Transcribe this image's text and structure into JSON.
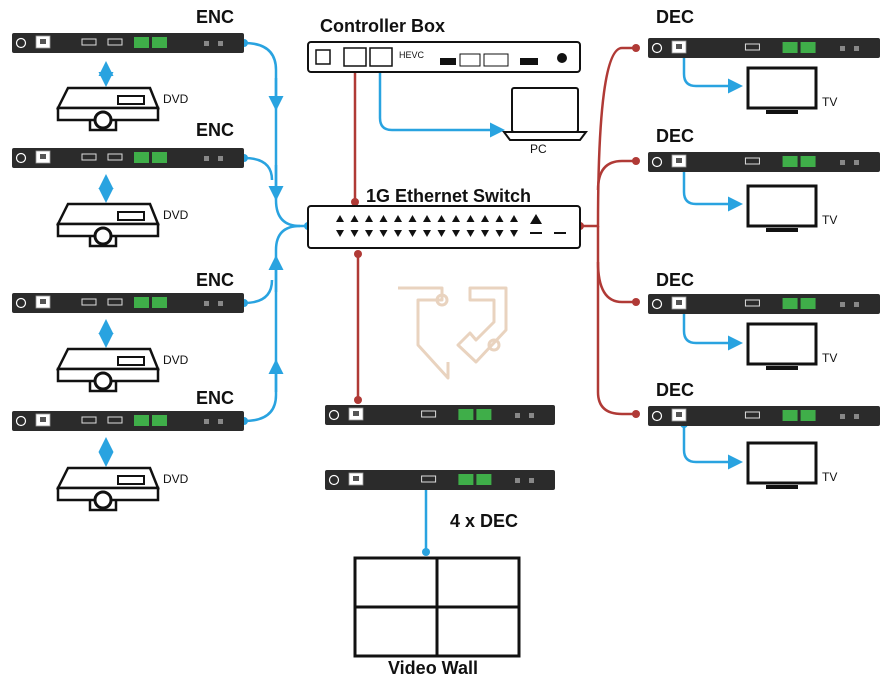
{
  "labels": {
    "controller_box": "Controller Box",
    "controller_tag": "HEVC",
    "pc": "PC",
    "switch": "1G Ethernet Switch",
    "four_dec": "4 x DEC",
    "video_wall": "Video Wall"
  },
  "encoders": [
    {
      "label": "ENC",
      "source": "DVD"
    },
    {
      "label": "ENC",
      "source": "DVD"
    },
    {
      "label": "ENC",
      "source": "DVD"
    },
    {
      "label": "ENC",
      "source": "DVD"
    }
  ],
  "decoders": [
    {
      "label": "DEC",
      "display": "TV"
    },
    {
      "label": "DEC",
      "display": "TV"
    },
    {
      "label": "DEC",
      "display": "TV"
    },
    {
      "label": "DEC",
      "display": "TV"
    }
  ],
  "colors": {
    "hdmi_link": "#29a3e0",
    "ethernet_link": "#b03a36",
    "device_body": "#2b2b2b",
    "port_green": "#3fae49",
    "watermark": "#e9d3bf"
  }
}
